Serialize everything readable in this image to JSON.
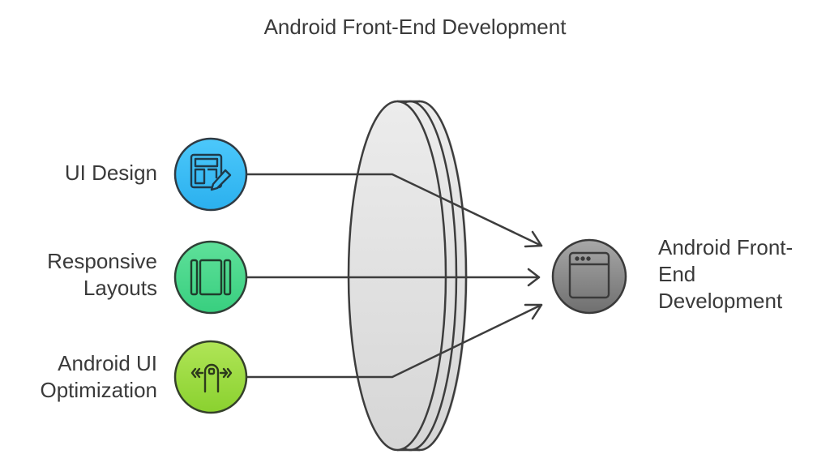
{
  "title": "Android Front-End Development",
  "inputs": [
    {
      "label_line1": "UI Design",
      "label_line2": "",
      "icon": "layout-edit-icon",
      "color": "#3bbdf5"
    },
    {
      "label_line1": "Responsive",
      "label_line2": "Layouts",
      "icon": "columns-layout-icon",
      "color": "#44d98a"
    },
    {
      "label_line1": "Android UI",
      "label_line2": "Optimization",
      "icon": "swipe-gesture-icon",
      "color": "#9bdc3f"
    }
  ],
  "output": {
    "label_line1": "Android Front-",
    "label_line2": "End",
    "label_line3": "Development",
    "icon": "browser-window-icon",
    "color": "#8a8a8a"
  },
  "lens": {
    "fill": "#e4e4e4",
    "stroke": "#3d3d3d"
  }
}
